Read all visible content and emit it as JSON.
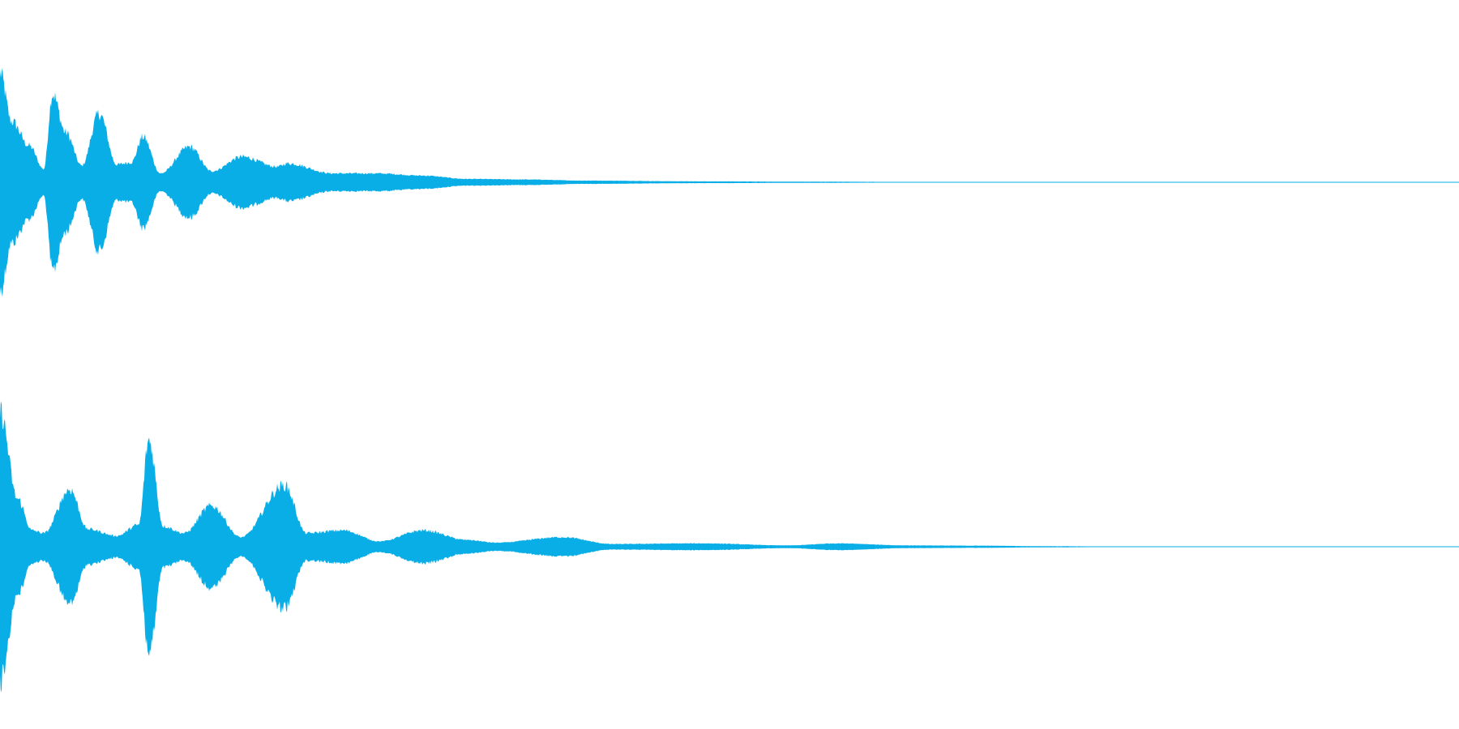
{
  "waveform": {
    "color": "#0aaee6",
    "background": "#ffffff",
    "channels": [
      {
        "name": "",
        "peaks": [
          {
            "t": 0.0,
            "a": 0.99
          },
          {
            "t": 0.008,
            "a": 0.55
          },
          {
            "t": 0.02,
            "a": 0.33
          },
          {
            "t": 0.03,
            "a": 0.12
          },
          {
            "t": 0.036,
            "a": 0.8
          },
          {
            "t": 0.045,
            "a": 0.45
          },
          {
            "t": 0.056,
            "a": 0.15
          },
          {
            "t": 0.068,
            "a": 0.62
          },
          {
            "t": 0.08,
            "a": 0.16
          },
          {
            "t": 0.09,
            "a": 0.18
          },
          {
            "t": 0.098,
            "a": 0.41
          },
          {
            "t": 0.11,
            "a": 0.08
          },
          {
            "t": 0.13,
            "a": 0.32
          },
          {
            "t": 0.145,
            "a": 0.1
          },
          {
            "t": 0.166,
            "a": 0.23
          },
          {
            "t": 0.19,
            "a": 0.14
          },
          {
            "t": 0.197,
            "a": 0.17
          },
          {
            "t": 0.228,
            "a": 0.08
          },
          {
            "t": 0.258,
            "a": 0.08
          },
          {
            "t": 0.29,
            "a": 0.06
          },
          {
            "t": 0.32,
            "a": 0.03
          },
          {
            "t": 0.36,
            "a": 0.025
          },
          {
            "t": 0.4,
            "a": 0.015
          },
          {
            "t": 0.48,
            "a": 0.008
          },
          {
            "t": 0.56,
            "a": 0.005
          },
          {
            "t": 0.63,
            "a": 0.003
          },
          {
            "t": 0.66,
            "a": 0.0
          },
          {
            "t": 1.0,
            "a": 0.0
          }
        ]
      },
      {
        "name": "",
        "peaks": [
          {
            "t": 0.0,
            "a": 0.99
          },
          {
            "t": 0.012,
            "a": 0.35
          },
          {
            "t": 0.022,
            "a": 0.12
          },
          {
            "t": 0.03,
            "a": 0.1
          },
          {
            "t": 0.048,
            "a": 0.42
          },
          {
            "t": 0.06,
            "a": 0.13
          },
          {
            "t": 0.08,
            "a": 0.08
          },
          {
            "t": 0.095,
            "a": 0.16
          },
          {
            "t": 0.102,
            "a": 0.78
          },
          {
            "t": 0.112,
            "a": 0.15
          },
          {
            "t": 0.126,
            "a": 0.1
          },
          {
            "t": 0.145,
            "a": 0.3
          },
          {
            "t": 0.165,
            "a": 0.07
          },
          {
            "t": 0.195,
            "a": 0.45
          },
          {
            "t": 0.21,
            "a": 0.1
          },
          {
            "t": 0.235,
            "a": 0.12
          },
          {
            "t": 0.26,
            "a": 0.04
          },
          {
            "t": 0.29,
            "a": 0.12
          },
          {
            "t": 0.32,
            "a": 0.05
          },
          {
            "t": 0.34,
            "a": 0.03
          },
          {
            "t": 0.385,
            "a": 0.07
          },
          {
            "t": 0.42,
            "a": 0.02
          },
          {
            "t": 0.48,
            "a": 0.025
          },
          {
            "t": 0.54,
            "a": 0.01
          },
          {
            "t": 0.575,
            "a": 0.025
          },
          {
            "t": 0.62,
            "a": 0.01
          },
          {
            "t": 0.67,
            "a": 0.008
          },
          {
            "t": 0.72,
            "a": 0.004
          },
          {
            "t": 0.77,
            "a": 0.002
          },
          {
            "t": 0.78,
            "a": 0.0
          },
          {
            "t": 1.0,
            "a": 0.0
          }
        ]
      }
    ]
  }
}
